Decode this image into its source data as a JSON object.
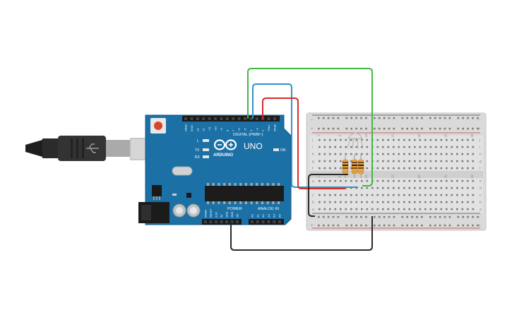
{
  "arduino": {
    "brand": "ARDUINO",
    "model": "UNO",
    "digital_label": "DIGITAL (PWM~)",
    "power_label": "POWER",
    "analog_label": "ANALOG IN",
    "on_label": "ON",
    "led_labels": [
      "L",
      "TX",
      "RX"
    ],
    "top_pins": [
      "AREF",
      "GND",
      "13",
      "12",
      "~11",
      "~10",
      "~9",
      "8",
      "7",
      "~6",
      "~5",
      "4",
      "~3",
      "2",
      "TX▸1",
      "RX◂0"
    ],
    "power_pins": [
      "IOREF",
      "RESET",
      "3.3V",
      "5V",
      "GND",
      "GND",
      "Vin"
    ],
    "analog_pins": [
      "A0",
      "A1",
      "A2",
      "A3",
      "A4",
      "A5"
    ]
  },
  "breadboard": {
    "columns": [
      "1",
      "5",
      "10",
      "15",
      "20",
      "25",
      "30"
    ],
    "rows_top": [
      "j",
      "i",
      "h",
      "g",
      "f"
    ],
    "rows_bottom": [
      "e",
      "d",
      "c",
      "b",
      "a"
    ],
    "rail_plus": "+",
    "rail_minus": "−"
  },
  "wires": {
    "colors": {
      "green": "#43b649",
      "blue": "#2e95c8",
      "red": "#d62b26",
      "black": "#2a2a2a"
    }
  }
}
